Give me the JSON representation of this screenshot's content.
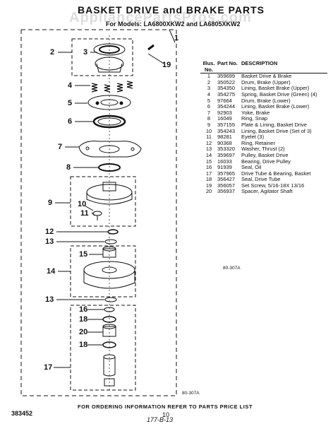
{
  "header": {
    "title": "BASKET DRIVE and BRAKE PARTS",
    "subtitle": "For Models: LA6800XKW2 and LA6805XKW2",
    "watermark": "AppliancePartsPros.com"
  },
  "callouts": [
    "1",
    "2",
    "3",
    "19",
    "4",
    "5",
    "6",
    "7",
    "8",
    "9",
    "10",
    "11",
    "12",
    "13",
    "15",
    "14",
    "13",
    "16",
    "18",
    "20",
    "18",
    "17"
  ],
  "table": {
    "headers": {
      "illus": "Illus. No.",
      "part": "Part No.",
      "desc": "DESCRIPTION"
    },
    "rows": [
      {
        "illus": "1",
        "part": "359699",
        "desc": "Basket Drive & Brake"
      },
      {
        "illus": "2",
        "part": "350522",
        "desc": "Drum, Brake (Upper)"
      },
      {
        "illus": "3",
        "part": "354350",
        "desc": "Lining, Basket Brake (Upper)"
      },
      {
        "illus": "4",
        "part": "354275",
        "desc": "Spring, Basket Drive (Green) (4)"
      },
      {
        "illus": "5",
        "part": "97664",
        "desc": "Drum, Brake (Lower)"
      },
      {
        "illus": "6",
        "part": "354244",
        "desc": "Lining, Basket Brake (Lower)"
      },
      {
        "illus": "7",
        "part": "92903",
        "desc": "Yoke, Brake"
      },
      {
        "illus": "8",
        "part": "16049",
        "desc": "Ring, Snap"
      },
      {
        "illus": "9",
        "part": "357155",
        "desc": "Plate & Lining, Basket Drive"
      },
      {
        "illus": "10",
        "part": "354243",
        "desc": "Lining, Basket Drive (Set of 3)"
      },
      {
        "illus": "11",
        "part": "98281",
        "desc": "Eyelet (3)"
      },
      {
        "illus": "12",
        "part": "90368",
        "desc": "Ring, Retainer"
      },
      {
        "illus": "13",
        "part": "353320",
        "desc": "Washer, Thrust (2)"
      },
      {
        "illus": "14",
        "part": "359697",
        "desc": "Pulley, Basket Drive"
      },
      {
        "illus": "15",
        "part": "16033",
        "desc": "Bearing, Drive Pulley"
      },
      {
        "illus": "16",
        "part": "91939",
        "desc": "Seal, Oil"
      },
      {
        "illus": "17",
        "part": "357965",
        "desc": "Drive Tube & Bearing, Basket"
      },
      {
        "illus": "18",
        "part": "356427",
        "desc": "Seal, Drive Tube"
      },
      {
        "illus": "19",
        "part": "356057",
        "desc": "Set Screw, 5/16-18X 13/16"
      },
      {
        "illus": "20",
        "part": "356937",
        "desc": "Spacer, Agitator Shaft"
      }
    ]
  },
  "refs": {
    "upper": "80-307A",
    "lower": "80-307A"
  },
  "footer": {
    "doc_number": "383452",
    "note": "FOR ORDERING INFORMATION REFER TO PARTS PRICE LIST",
    "page": "10",
    "handwritten": "177-B-13"
  }
}
